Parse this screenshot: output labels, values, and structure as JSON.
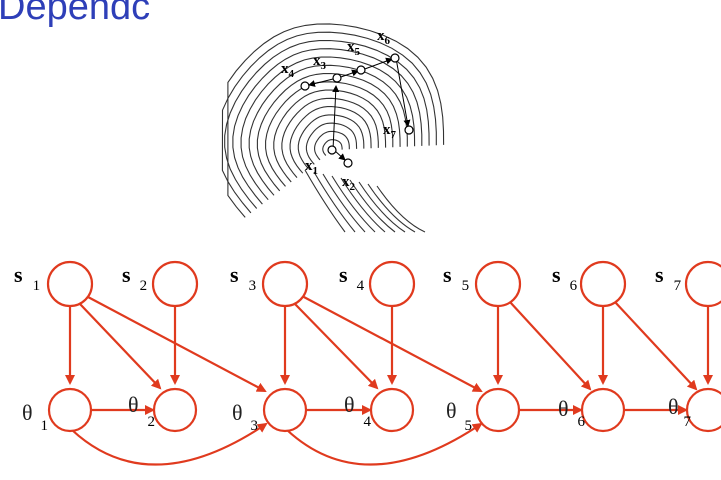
{
  "title": "Dependc",
  "fingerprint": {
    "minutiae": [
      {
        "name": "x",
        "sub": "1"
      },
      {
        "name": "x",
        "sub": "2"
      },
      {
        "name": "x",
        "sub": "3"
      },
      {
        "name": "x",
        "sub": "4"
      },
      {
        "name": "x",
        "sub": "5"
      },
      {
        "name": "x",
        "sub": "6"
      },
      {
        "name": "x",
        "sub": "7"
      }
    ]
  },
  "graph": {
    "top_nodes": [
      {
        "label": "s",
        "sub": "1"
      },
      {
        "label": "s",
        "sub": "2"
      },
      {
        "label": "s",
        "sub": "3"
      },
      {
        "label": "s",
        "sub": "4"
      },
      {
        "label": "s",
        "sub": "5"
      },
      {
        "label": "s",
        "sub": "6"
      },
      {
        "label": "s",
        "sub": "7"
      }
    ],
    "bottom_nodes": [
      {
        "label": "θ",
        "sub": "1"
      },
      {
        "label": "θ",
        "sub": "2"
      },
      {
        "label": "θ",
        "sub": "3"
      },
      {
        "label": "θ",
        "sub": "4"
      },
      {
        "label": "θ",
        "sub": "5"
      },
      {
        "label": "θ",
        "sub": "6"
      },
      {
        "label": "θ",
        "sub": "7"
      }
    ]
  },
  "colors": {
    "title": "#2e3fb8",
    "edge": "#e03a1e"
  }
}
